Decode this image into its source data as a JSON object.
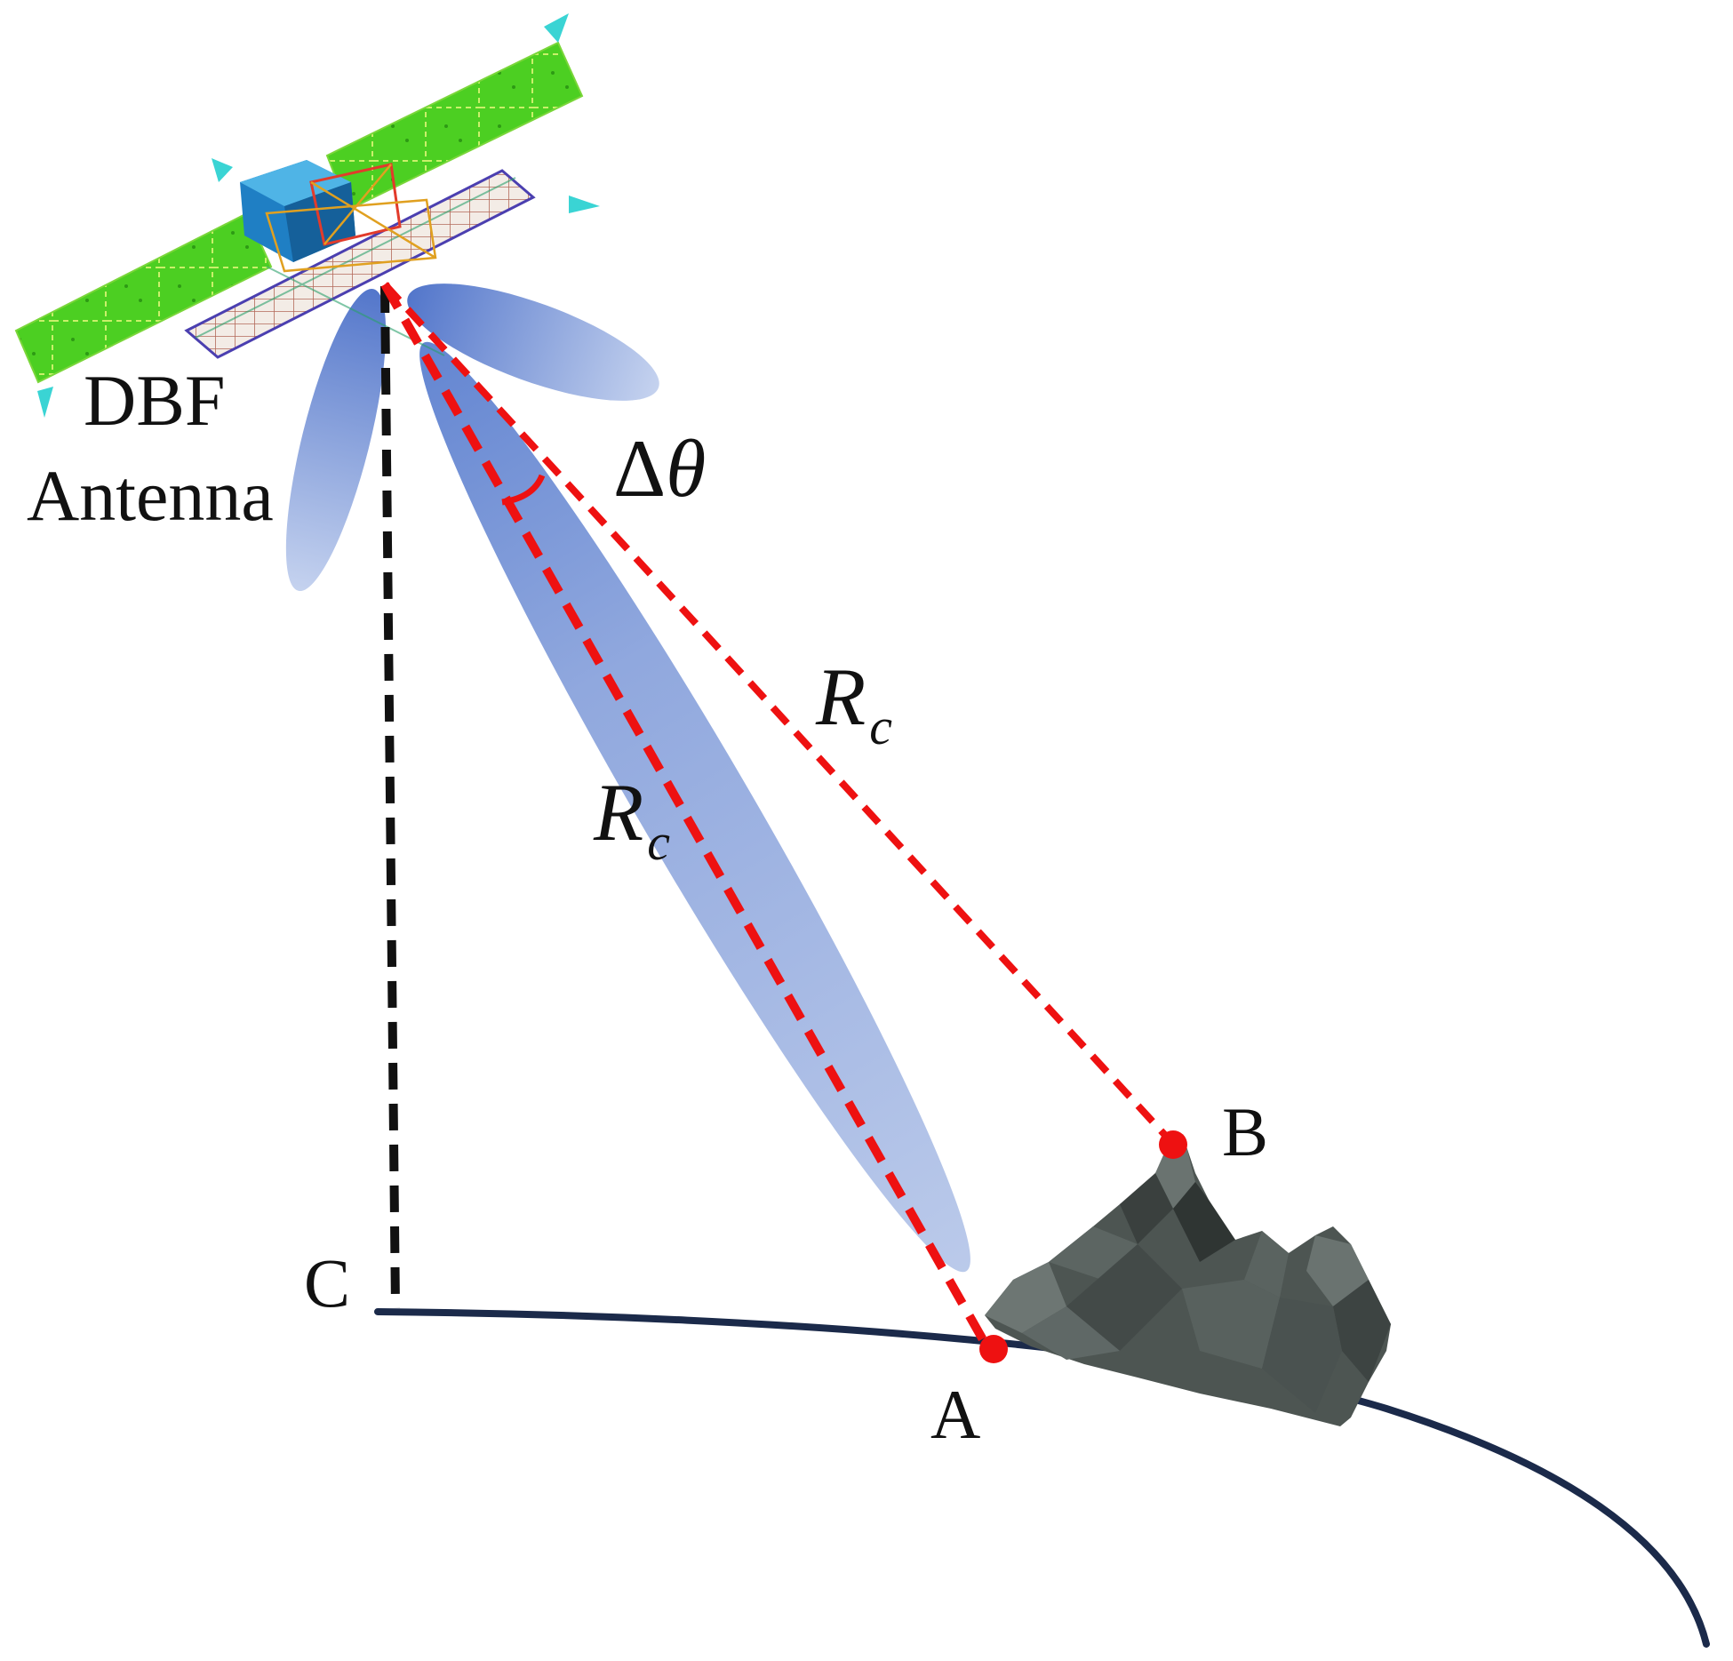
{
  "labels": {
    "antenna_line1": "DBF",
    "antenna_line2": "Antenna",
    "delta_theta_symbol": "Δ",
    "delta_theta_var": "θ",
    "range_main": "R",
    "range_main_sub": "c",
    "range_side": "R",
    "range_side_sub": "c",
    "point_a": "A",
    "point_b": "B",
    "point_c": "C"
  },
  "colors": {
    "ray": "#ee1111",
    "nadir": "#111111",
    "ground": "#1b2a4a",
    "beam": "#5b7fcf",
    "beam_light": "#b7c7e9",
    "mountain": "#4d5552",
    "panel": "#44cc22",
    "antenna_grid": "#6b4fb0",
    "bus": "#1f7fc4"
  }
}
